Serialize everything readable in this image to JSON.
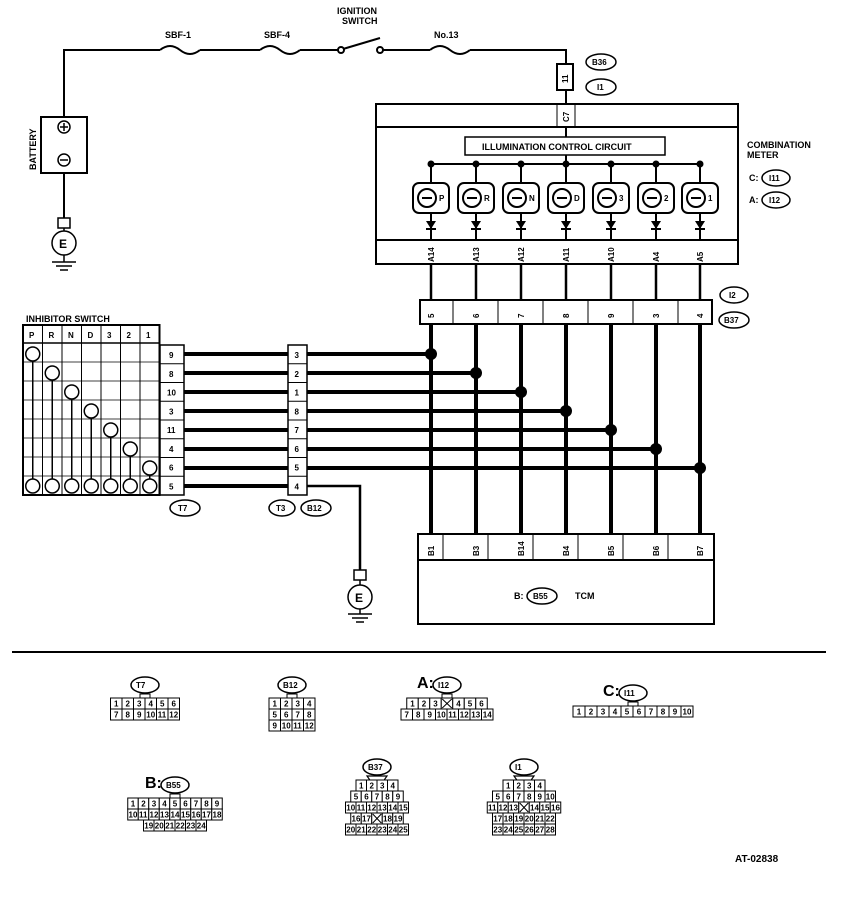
{
  "labels": {
    "sbf1": "SBF-1",
    "sbf4": "SBF-4",
    "ignition_line1": "IGNITION",
    "ignition_line2": "SWITCH",
    "no13": "No.13",
    "battery": "BATTERY",
    "earth": "E",
    "b36": "B36",
    "i1": "I1",
    "i1_pin": "11",
    "c7": "C7",
    "illumination": "ILLUMINATION CONTROL CIRCUIT",
    "combination_line1": "COMBINATION",
    "combination_line2": "METER",
    "meter_c_prefix": "C:",
    "meter_c_conn": "I11",
    "meter_a_prefix": "A:",
    "meter_a_conn": "I12",
    "i2": "I2",
    "b37": "B37",
    "inhibitor": "INHIBITOR SWITCH",
    "t7": "T7",
    "t3": "T3",
    "b12": "B12",
    "tcm_prefix": "B:",
    "tcm_conn": "B55",
    "tcm": "TCM",
    "footer_code": "AT-02838"
  },
  "bulbs": [
    "P",
    "R",
    "N",
    "D",
    "3",
    "2",
    "1"
  ],
  "meter_pins": [
    "A14",
    "A13",
    "A12",
    "A11",
    "A10",
    "A4",
    "A5"
  ],
  "i2_pins": [
    "5",
    "6",
    "7",
    "8",
    "9",
    "3",
    "4"
  ],
  "tcm_pins": [
    "B1",
    "B3",
    "B14",
    "B4",
    "B5",
    "B6",
    "B7"
  ],
  "inhibitor_positions": [
    "P",
    "R",
    "N",
    "D",
    "3",
    "2",
    "1"
  ],
  "t7_pins": [
    "9",
    "8",
    "10",
    "3",
    "11",
    "4",
    "6",
    "5"
  ],
  "t3_pins": [
    "3",
    "2",
    "1",
    "8",
    "7",
    "6",
    "5",
    "4"
  ],
  "connectors": {
    "t7": {
      "name": "T7",
      "rows": [
        [
          "1",
          "2",
          "3",
          "4",
          "5",
          "6"
        ],
        [
          "7",
          "8",
          "9",
          "10",
          "11",
          "12"
        ]
      ]
    },
    "b12": {
      "name": "B12",
      "rows": [
        [
          "1",
          "2",
          "3",
          "4"
        ],
        [
          "5",
          "6",
          "7",
          "8"
        ],
        [
          "9",
          "10",
          "11",
          "12"
        ]
      ]
    },
    "i12": {
      "prefix": "A:",
      "name": "I12",
      "rows": [
        [
          "1",
          "2",
          "3",
          "X",
          "4",
          "5",
          "6"
        ],
        [
          "7",
          "8",
          "9",
          "10",
          "11",
          "12",
          "13",
          "14"
        ]
      ]
    },
    "i11": {
      "prefix": "C:",
      "name": "I11",
      "rows": [
        [
          "1",
          "2",
          "3",
          "4",
          "5",
          "6",
          "7",
          "8",
          "9",
          "10"
        ]
      ]
    },
    "b55": {
      "prefix": "B:",
      "name": "B55",
      "rows": [
        [
          "1",
          "2",
          "3",
          "4",
          "5",
          "6",
          "7",
          "8",
          "9"
        ],
        [
          "10",
          "11",
          "12",
          "13",
          "14",
          "15",
          "16",
          "17",
          "18"
        ],
        [
          "19",
          "20",
          "21",
          "22",
          "23",
          "24"
        ]
      ]
    },
    "b37": {
      "name": "B37",
      "rows": [
        [
          "1",
          "2",
          "3",
          "4"
        ],
        [
          "5",
          "6",
          "7",
          "8",
          "9"
        ],
        [
          "10",
          "11",
          "12",
          "13",
          "14",
          "15"
        ],
        [
          "16",
          "17",
          "X",
          "18",
          "19"
        ],
        [
          "20",
          "21",
          "22",
          "23",
          "24",
          "25"
        ]
      ]
    },
    "i1": {
      "name": "I1",
      "rows": [
        [
          "1",
          "2",
          "3",
          "4"
        ],
        [
          "5",
          "6",
          "7",
          "8",
          "9",
          "10"
        ],
        [
          "11",
          "12",
          "13",
          "X",
          "14",
          "15",
          "16"
        ],
        [
          "17",
          "18",
          "19",
          "20",
          "21",
          "22"
        ],
        [
          "23",
          "24",
          "25",
          "26",
          "27",
          "28"
        ]
      ]
    }
  }
}
